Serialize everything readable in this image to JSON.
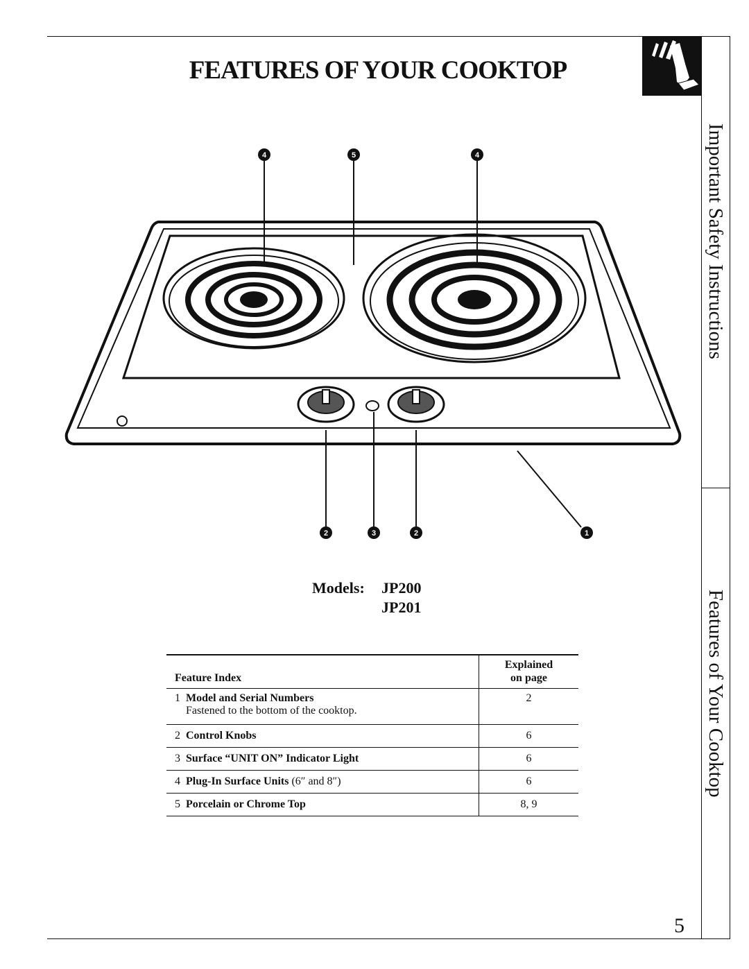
{
  "page": {
    "title": "FEATURES OF YOUR COOKTOP",
    "page_number": "5"
  },
  "sidebar": {
    "section_1": "Important Safety Instructions",
    "section_2": "Features of Your Cooktop",
    "icon": "hand-pressing-button-icon"
  },
  "illustration": {
    "callouts": [
      "4",
      "5",
      "4",
      "2",
      "3",
      "2",
      "1"
    ]
  },
  "models": {
    "label": "Models:",
    "list": [
      "JP200",
      "JP201"
    ]
  },
  "feature_index": {
    "header_feature": "Feature Index",
    "header_page_line1": "Explained",
    "header_page_line2": "on page",
    "rows": [
      {
        "num": "1",
        "name": "Model and Serial Numbers",
        "note": "",
        "desc": "Fastened to the bottom of the cooktop.",
        "page": "2"
      },
      {
        "num": "2",
        "name": "Control Knobs",
        "note": "",
        "desc": "",
        "page": "6"
      },
      {
        "num": "3",
        "name": "Surface “UNIT ON” Indicator Light",
        "note": "",
        "desc": "",
        "page": "6"
      },
      {
        "num": "4",
        "name": "Plug-In Surface Units",
        "note": " (6″ and 8″)",
        "desc": "",
        "page": "6"
      },
      {
        "num": "5",
        "name": "Porcelain or Chrome Top",
        "note": "",
        "desc": "",
        "page": "8, 9"
      }
    ]
  }
}
